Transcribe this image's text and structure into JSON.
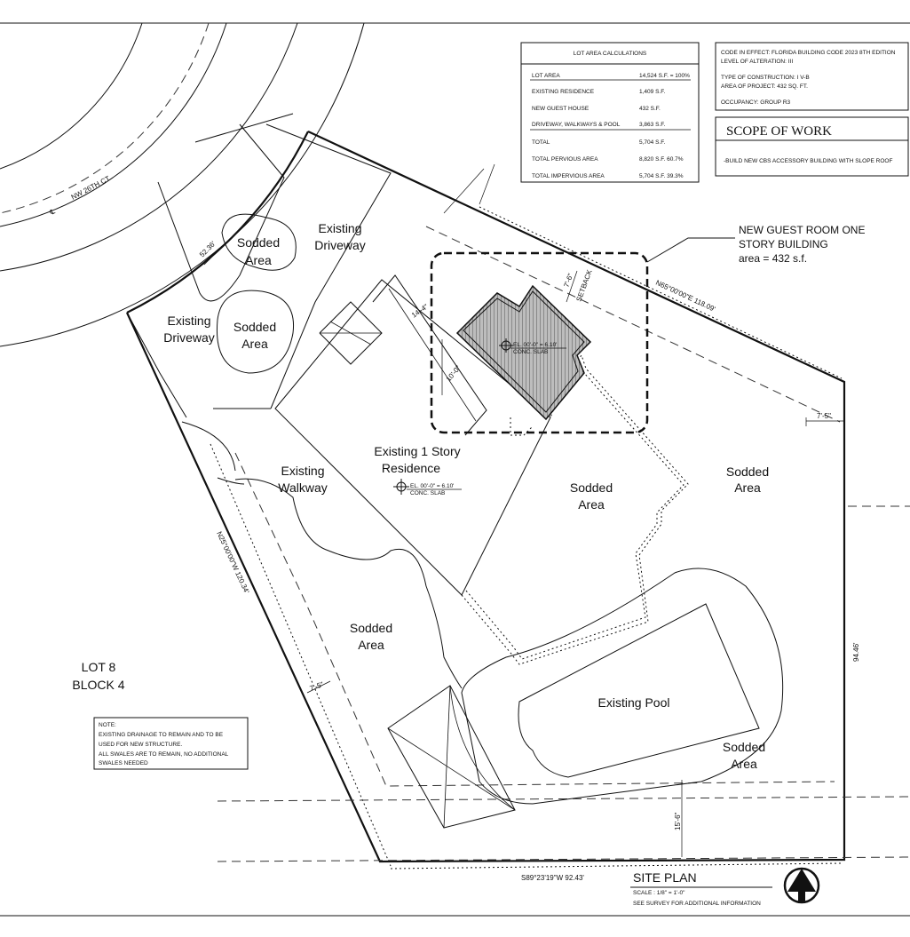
{
  "lot_area_calculations": {
    "title": "LOT AREA CALCULATIONS",
    "rows": [
      {
        "label": "LOT AREA",
        "value": "14,524 S.F. = 100%"
      },
      {
        "label": "EXISTING RESIDENCE",
        "value": "1,409 S.F."
      },
      {
        "label": "NEW GUEST HOUSE",
        "value": "432 S.F."
      },
      {
        "label": "DRIVEWAY, WALKWAYS & POOL",
        "value": "3,863 S.F."
      },
      {
        "label": "TOTAL",
        "value": "5,704 S.F."
      },
      {
        "label": "TOTAL PERVIOUS AREA",
        "value": "8,820 S.F.  60.7%"
      },
      {
        "label": "TOTAL IMPERVIOUS AREA",
        "value": "5,704 S.F.  39.3%"
      }
    ]
  },
  "code_info": {
    "line1": "CODE IN EFFECT: FLORIDA BUILDING CODE 2023 8TH EDITION",
    "line2": "LEVEL OF ALTERATION: III",
    "line3": "TYPE OF CONSTRUCTION: I V-B",
    "line4": "AREA OF PROJECT: 432 SQ. FT.",
    "line5": "OCCUPANCY: GROUP R3"
  },
  "scope_of_work": {
    "title": "SCOPE OF WORK",
    "item": "-BUILD NEW CBS ACCESSORY BUILDING WITH SLOPE ROOF"
  },
  "callout": {
    "line1": "NEW GUEST ROOM ONE",
    "line2": "STORY BUILDING",
    "line3": "area = 432 s.f."
  },
  "street": "NW 26TH CT",
  "centerline": "℄",
  "labels": {
    "sodded": "Sodded",
    "area": "Area",
    "existing": "Existing",
    "driveway": "Driveway",
    "walkway": "Walkway",
    "residence_1": "Existing 1 Story",
    "residence_2": "Residence",
    "pool": "Existing Pool",
    "lot": "LOT 8",
    "block": "BLOCK 4"
  },
  "elevation": {
    "el": "EL. 00'-0\" = 6.10'",
    "slab": "CONC. SLAB"
  },
  "dimensions": {
    "arc": "52.36'",
    "north_bearing": "N65°00'00\"E 118.09'",
    "west_bearing": "N25°00'00\"W 120.34'",
    "south_bearing": "S89°23'19\"W 92.43'",
    "east": "94.46'",
    "setback_dim": "7'-6\"",
    "setback": "SETBACK",
    "d14": "14'-4\"",
    "d10": "10'-0\"",
    "d75_east": "7'-5\"",
    "d75_west": "7'-5\"",
    "d156": "15'-6\""
  },
  "note": {
    "title": "NOTE:",
    "line1": "EXISTING DRAINAGE TO REMAIN AND TO BE",
    "line2": "USED FOR NEW STRUCTURE.",
    "line3": "ALL SWALES ARE TO REMAIN, NO ADDITIONAL",
    "line4": "SWALES NEEDED"
  },
  "title_block": {
    "title": "SITE PLAN",
    "scale": "SCALE : 1/8\" = 1'-0\"",
    "survey": "SEE SURVEY FOR ADDITIONAL INFORMATION"
  }
}
